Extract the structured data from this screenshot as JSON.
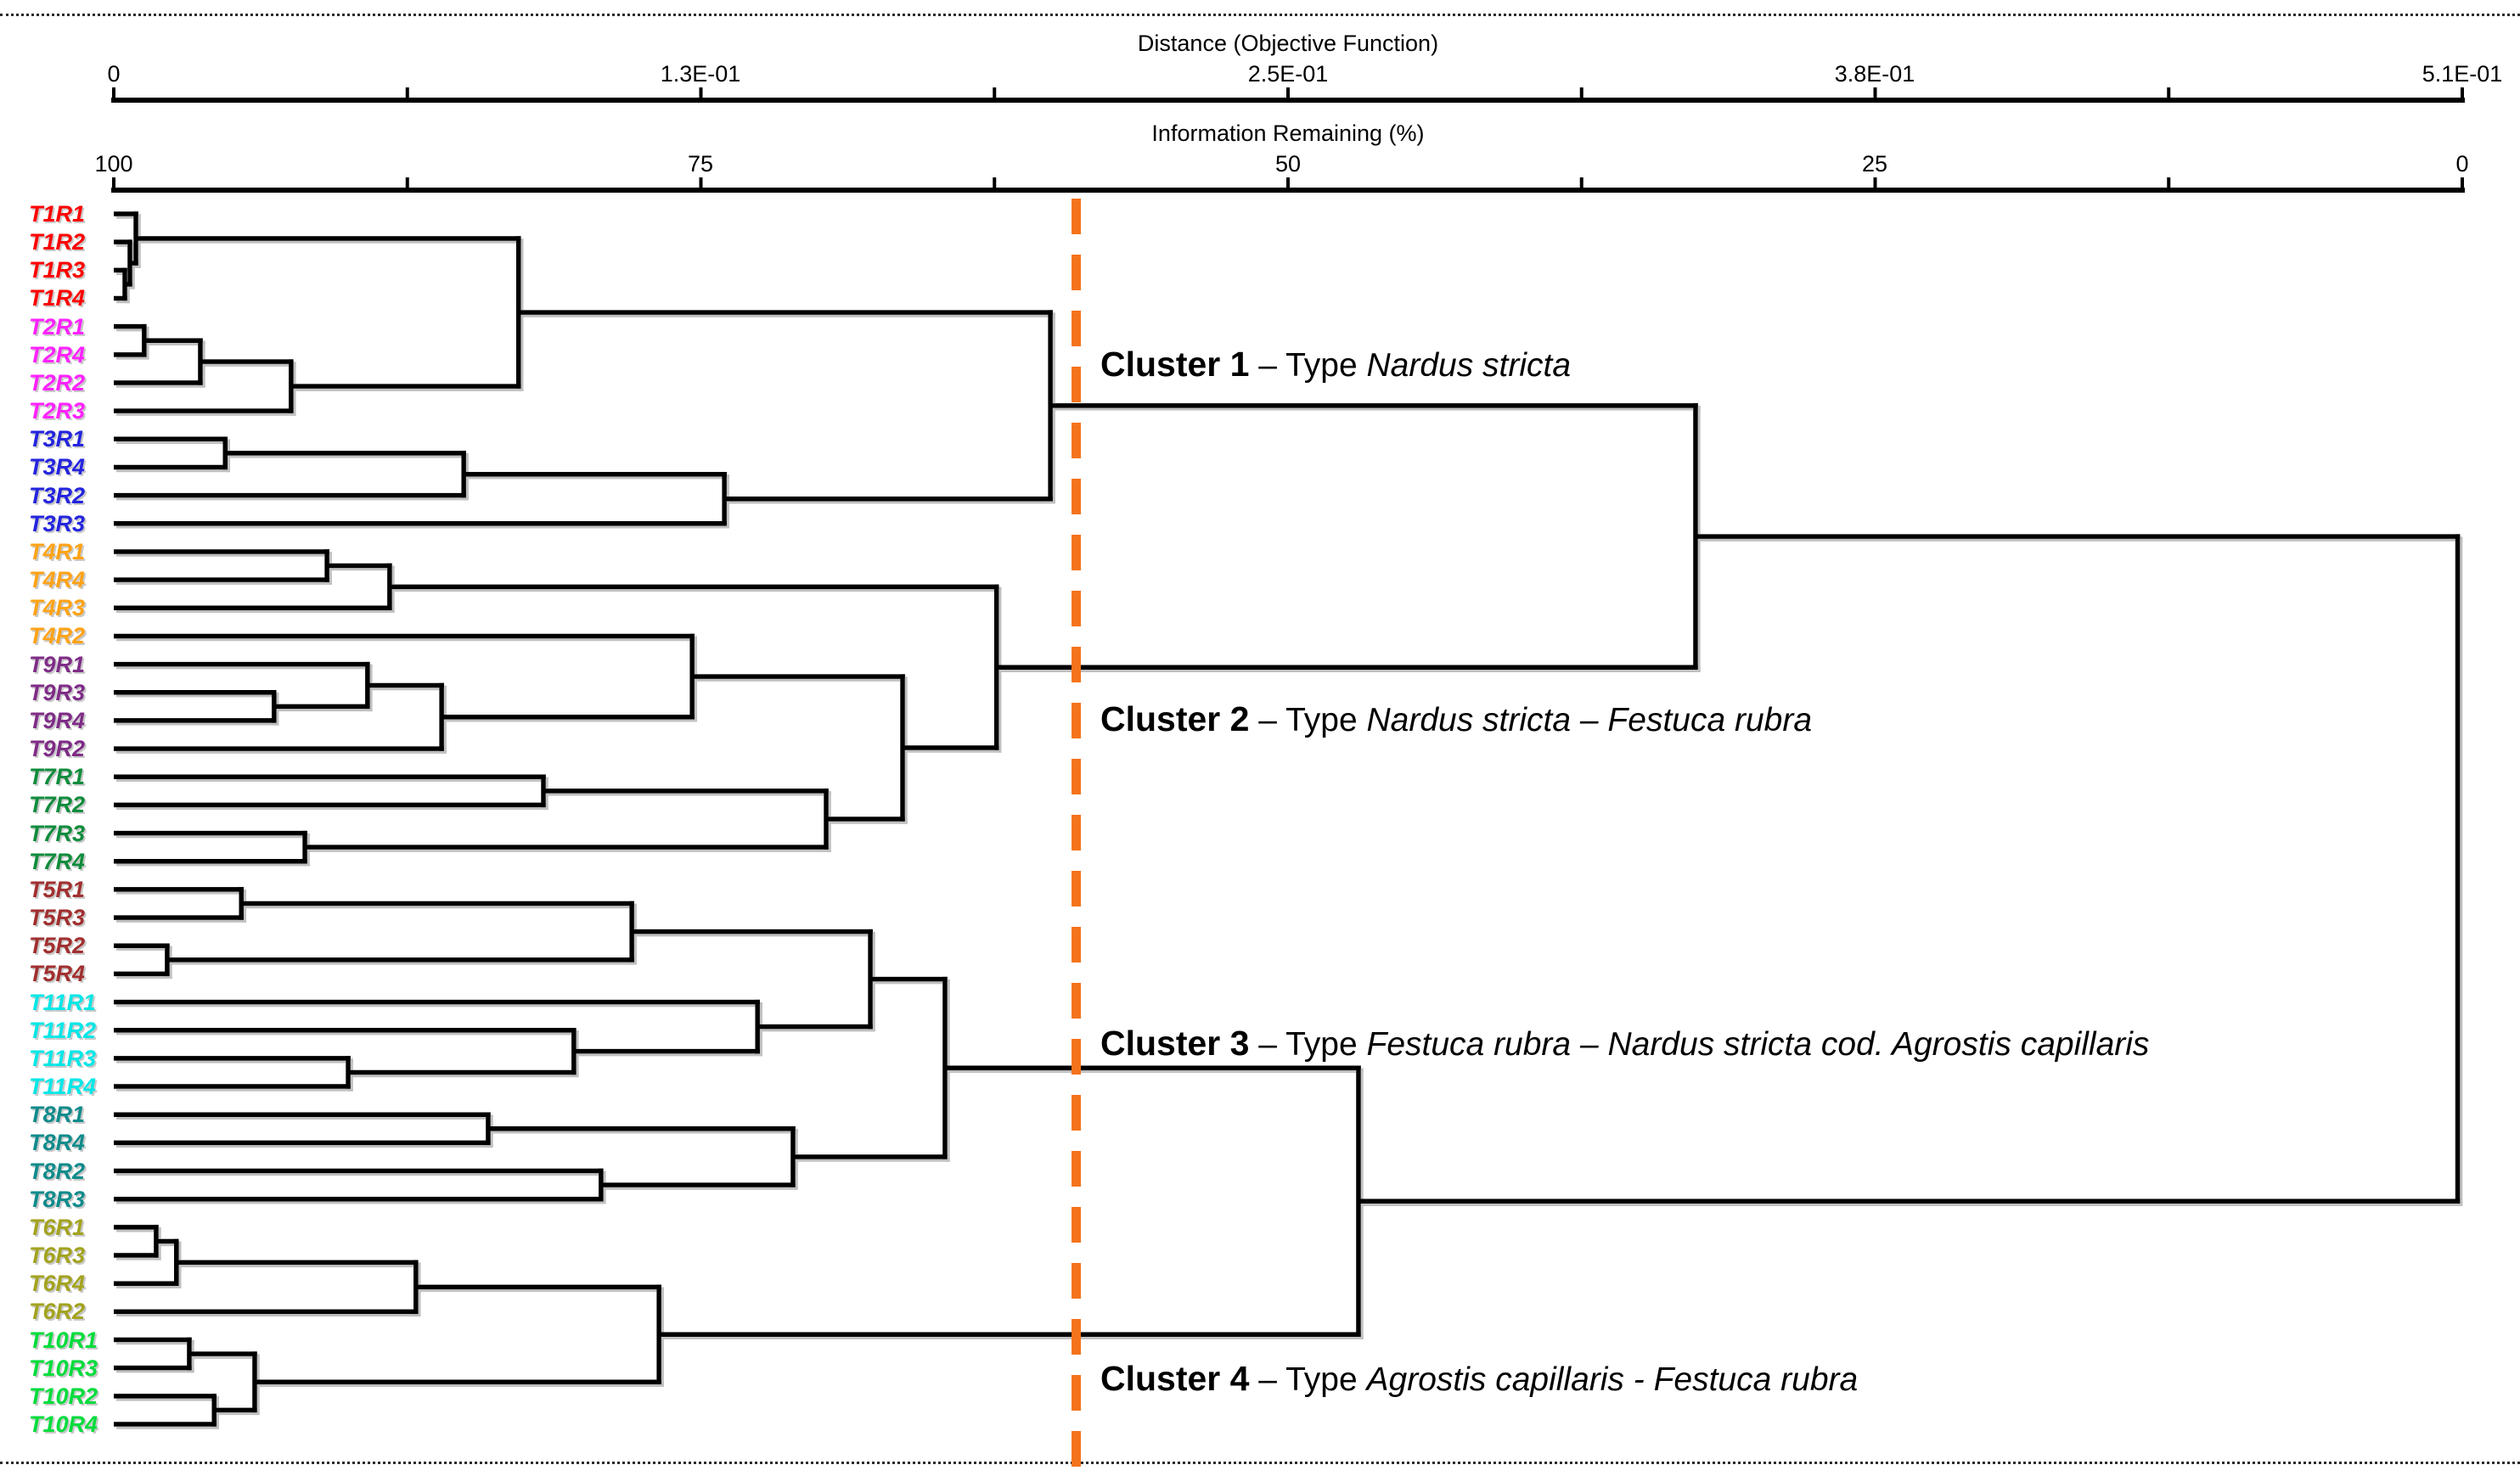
{
  "chart_data": {
    "type": "dendrogram",
    "orientation": "horizontal-right",
    "grid": false,
    "legend": "none",
    "axes": {
      "distance": {
        "title": "Distance (Objective Function)",
        "ticks": [
          "0",
          "1.3E-01",
          "2.5E-01",
          "3.8E-01",
          "5.1E-01"
        ],
        "range": [
          0,
          0.51
        ]
      },
      "information": {
        "title": "Information Remaining (%)",
        "ticks": [
          "100",
          "75",
          "50",
          "25",
          "0"
        ],
        "range": [
          100,
          0
        ]
      }
    },
    "leaves": [
      {
        "label": "T1R1",
        "color": "#FF0000"
      },
      {
        "label": "T1R2",
        "color": "#FF0000"
      },
      {
        "label": "T1R3",
        "color": "#FF0000"
      },
      {
        "label": "T1R4",
        "color": "#FF0000"
      },
      {
        "label": "T2R1",
        "color": "#FF22FF"
      },
      {
        "label": "T2R4",
        "color": "#FF22FF"
      },
      {
        "label": "T2R2",
        "color": "#FF22FF"
      },
      {
        "label": "T2R3",
        "color": "#FF22FF"
      },
      {
        "label": "T3R1",
        "color": "#2424DE"
      },
      {
        "label": "T3R4",
        "color": "#2424DE"
      },
      {
        "label": "T3R2",
        "color": "#2424DE"
      },
      {
        "label": "T3R3",
        "color": "#2424DE"
      },
      {
        "label": "T4R1",
        "color": "#FFA317"
      },
      {
        "label": "T4R4",
        "color": "#FFA317"
      },
      {
        "label": "T4R3",
        "color": "#FFA317"
      },
      {
        "label": "T4R2",
        "color": "#FFA317"
      },
      {
        "label": "T9R1",
        "color": "#7F2C87"
      },
      {
        "label": "T9R3",
        "color": "#7F2C87"
      },
      {
        "label": "T9R4",
        "color": "#7F2C87"
      },
      {
        "label": "T9R2",
        "color": "#7F2C87"
      },
      {
        "label": "T7R1",
        "color": "#108C3C"
      },
      {
        "label": "T7R2",
        "color": "#108C3C"
      },
      {
        "label": "T7R3",
        "color": "#108C3C"
      },
      {
        "label": "T7R4",
        "color": "#108C3C"
      },
      {
        "label": "T5R1",
        "color": "#A12F2F"
      },
      {
        "label": "T5R3",
        "color": "#A12F2F"
      },
      {
        "label": "T5R2",
        "color": "#A12F2F"
      },
      {
        "label": "T5R4",
        "color": "#A12F2F"
      },
      {
        "label": "T11R1",
        "color": "#00E7E7"
      },
      {
        "label": "T11R2",
        "color": "#00E7E7"
      },
      {
        "label": "T11R3",
        "color": "#00E7E7"
      },
      {
        "label": "T11R4",
        "color": "#00E7E7"
      },
      {
        "label": "T8R1",
        "color": "#108B8B"
      },
      {
        "label": "T8R4",
        "color": "#108B8B"
      },
      {
        "label": "T8R2",
        "color": "#108B8B"
      },
      {
        "label": "T8R3",
        "color": "#108B8B"
      },
      {
        "label": "T6R1",
        "color": "#A3A320"
      },
      {
        "label": "T6R3",
        "color": "#A3A320"
      },
      {
        "label": "T6R4",
        "color": "#A3A320"
      },
      {
        "label": "T6R2",
        "color": "#A3A320"
      },
      {
        "label": "T10R1",
        "color": "#00DC3C"
      },
      {
        "label": "T10R3",
        "color": "#00DC3C"
      },
      {
        "label": "T10R2",
        "color": "#00DC3C"
      },
      {
        "label": "T10R4",
        "color": "#00DC3C"
      }
    ],
    "merges": [
      {
        "id": "n1",
        "a": "T1R3",
        "b": "T1R4",
        "d": 0.0024
      },
      {
        "id": "n2",
        "a": "T1R2",
        "b": "n1",
        "d": 0.0035
      },
      {
        "id": "n3",
        "a": "T1R1",
        "b": "n2",
        "d": 0.0048
      },
      {
        "id": "n4",
        "a": "T2R1",
        "b": "T2R4",
        "d": 0.0066
      },
      {
        "id": "n5",
        "a": "n4",
        "b": "T2R2",
        "d": 0.0188
      },
      {
        "id": "n6",
        "a": "n5",
        "b": "T2R3",
        "d": 0.0385
      },
      {
        "id": "n7",
        "a": "n3",
        "b": "n6",
        "d": 0.0879
      },
      {
        "id": "n8",
        "a": "T3R1",
        "b": "T3R4",
        "d": 0.0242
      },
      {
        "id": "n9",
        "a": "n8",
        "b": "T3R2",
        "d": 0.076
      },
      {
        "id": "n10",
        "a": "n9",
        "b": "T3R3",
        "d": 0.1326
      },
      {
        "id": "n11",
        "a": "n7",
        "b": "n10",
        "d": 0.2034
      },
      {
        "id": "n12",
        "a": "T4R1",
        "b": "T4R4",
        "d": 0.0463
      },
      {
        "id": "n13",
        "a": "n12",
        "b": "T4R3",
        "d": 0.0599
      },
      {
        "id": "n14",
        "a": "T9R3",
        "b": "T9R4",
        "d": 0.0348
      },
      {
        "id": "n15",
        "a": "T9R1",
        "b": "n14",
        "d": 0.0551
      },
      {
        "id": "n16",
        "a": "n15",
        "b": "T9R2",
        "d": 0.0712
      },
      {
        "id": "n17",
        "a": "T4R2",
        "b": "n16",
        "d": 0.1256
      },
      {
        "id": "n18",
        "a": "T7R1",
        "b": "T7R2",
        "d": 0.0933
      },
      {
        "id": "n19",
        "a": "T7R3",
        "b": "T7R4",
        "d": 0.0415
      },
      {
        "id": "n20",
        "a": "n18",
        "b": "n19",
        "d": 0.1547
      },
      {
        "id": "n21",
        "a": "n17",
        "b": "n20",
        "d": 0.1713
      },
      {
        "id": "n22",
        "a": "n13",
        "b": "n21",
        "d": 0.1917
      },
      {
        "id": "n23",
        "a": "n11",
        "b": "n22",
        "d": 0.3435
      },
      {
        "id": "n24",
        "a": "T5R1",
        "b": "T5R3",
        "d": 0.0277
      },
      {
        "id": "n25",
        "a": "T5R2",
        "b": "T5R4",
        "d": 0.0116
      },
      {
        "id": "n26",
        "a": "n24",
        "b": "n25",
        "d": 0.1125
      },
      {
        "id": "n27",
        "a": "T11R3",
        "b": "T11R4",
        "d": 0.0509
      },
      {
        "id": "n28",
        "a": "T11R2",
        "b": "n27",
        "d": 0.0999
      },
      {
        "id": "n29",
        "a": "T11R1",
        "b": "n28",
        "d": 0.1398
      },
      {
        "id": "n30",
        "a": "n26",
        "b": "n29",
        "d": 0.1643
      },
      {
        "id": "n31",
        "a": "T8R1",
        "b": "T8R4",
        "d": 0.0813
      },
      {
        "id": "n32",
        "a": "T8R2",
        "b": "T8R3",
        "d": 0.1058
      },
      {
        "id": "n33",
        "a": "n31",
        "b": "n32",
        "d": 0.1475
      },
      {
        "id": "n34",
        "a": "n30",
        "b": "n33",
        "d": 0.1805
      },
      {
        "id": "n35",
        "a": "T6R1",
        "b": "T6R3",
        "d": 0.0092
      },
      {
        "id": "n36",
        "a": "n35",
        "b": "T6R4",
        "d": 0.0136
      },
      {
        "id": "n37",
        "a": "n36",
        "b": "T6R2",
        "d": 0.0656
      },
      {
        "id": "n38",
        "a": "T10R1",
        "b": "T10R3",
        "d": 0.0164
      },
      {
        "id": "n39",
        "a": "T10R2",
        "b": "T10R4",
        "d": 0.0218
      },
      {
        "id": "n40",
        "a": "n38",
        "b": "n39",
        "d": 0.0306
      },
      {
        "id": "n41",
        "a": "n37",
        "b": "n40",
        "d": 0.1184
      },
      {
        "id": "n42",
        "a": "n34",
        "b": "n41",
        "d": 0.2703
      },
      {
        "id": "n43",
        "a": "n23",
        "b": "n42",
        "d": 0.509
      }
    ],
    "cut_line": {
      "at_distance": 0.209,
      "color": "#F4731B",
      "style": "dashed"
    },
    "clusters": [
      {
        "bold": "Cluster 1",
        "sep": " – Type ",
        "italic": "Nardus stricta"
      },
      {
        "bold": "Cluster 2",
        "sep": " – Type ",
        "italic": "Nardus stricta – Festuca rubra"
      },
      {
        "bold": "Cluster 3",
        "sep": " – Type ",
        "italic": "Festuca rubra – Nardus stricta cod. Agrostis capillaris"
      },
      {
        "bold": "Cluster 4",
        "sep": " – Type ",
        "italic": "Agrostis capillaris - Festuca rubra"
      }
    ],
    "line_color": "#000000"
  }
}
